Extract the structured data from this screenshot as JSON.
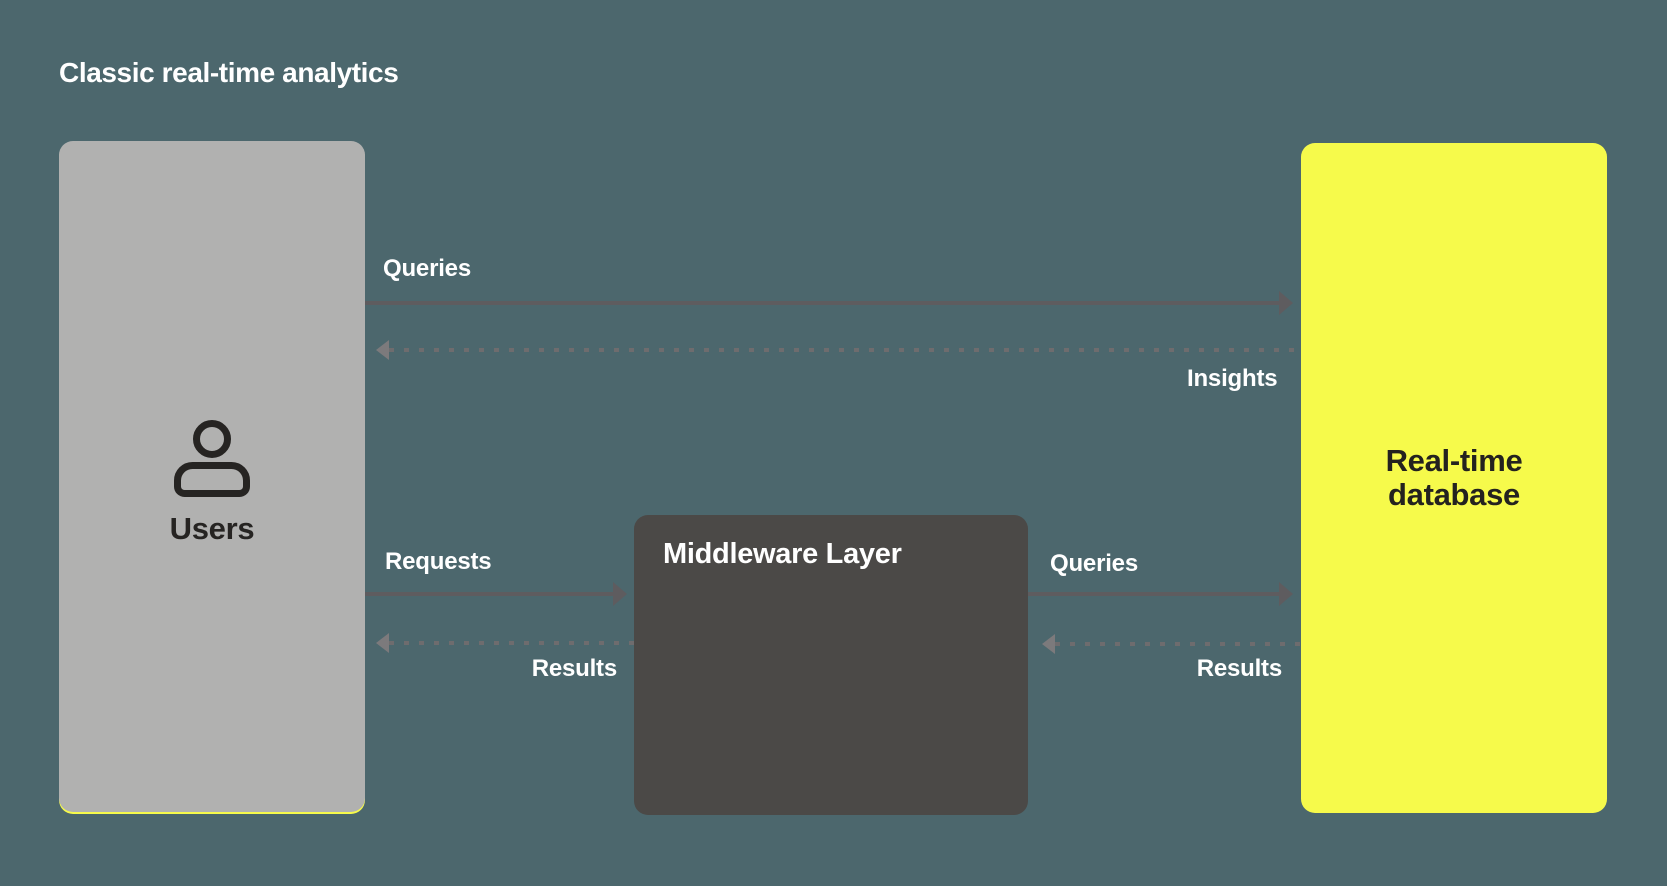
{
  "title": "Classic real-time analytics",
  "nodes": {
    "users": {
      "label": "Users",
      "icon": "user-icon"
    },
    "middleware": {
      "label": "Middleware Layer"
    },
    "database": {
      "label": "Real-time database"
    }
  },
  "edges": [
    {
      "from": "users",
      "to": "database",
      "label": "Queries",
      "style": "solid",
      "direction": "right"
    },
    {
      "from": "database",
      "to": "users",
      "label": "Insights",
      "style": "dashed",
      "direction": "left"
    },
    {
      "from": "users",
      "to": "middleware",
      "label": "Requests",
      "style": "solid",
      "direction": "right"
    },
    {
      "from": "middleware",
      "to": "users",
      "label": "Results",
      "style": "dashed",
      "direction": "left"
    },
    {
      "from": "middleware",
      "to": "database",
      "label": "Queries",
      "style": "solid",
      "direction": "right"
    },
    {
      "from": "database",
      "to": "middleware",
      "label": "Results",
      "style": "dashed",
      "direction": "left"
    }
  ],
  "colors": {
    "background": "#4C676D",
    "users_box": "#B1B1B0",
    "middleware_box": "#4B4947",
    "database_box": "#F6FA4B",
    "solid_arrow": "#5E5C5F",
    "dashed_arrow": "#6E6C6E",
    "label_text": "#FFFFFF",
    "dark_text": "#24221F"
  }
}
